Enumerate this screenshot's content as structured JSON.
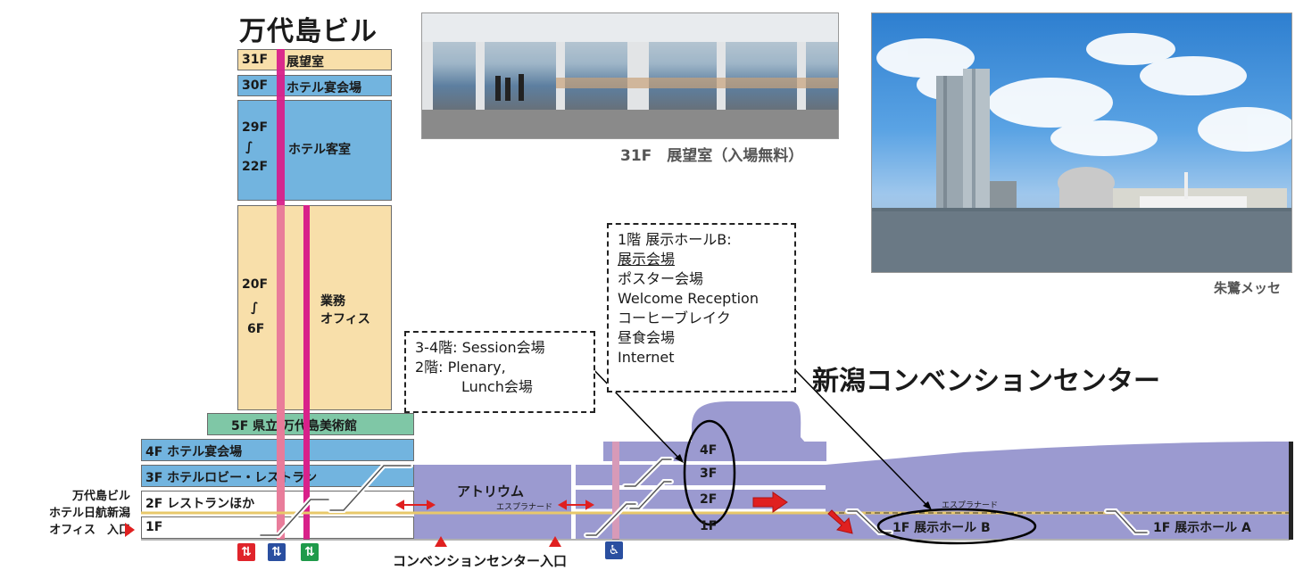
{
  "building": {
    "title": "万代島ビル",
    "floors": {
      "f31": {
        "num": "31F",
        "label": "展望室"
      },
      "f30": {
        "num": "30F",
        "label": "ホテル宴会場"
      },
      "f29_22": {
        "top": "29F",
        "tilde1": "∫",
        "bottom": "22F",
        "label": "ホテル客室"
      },
      "f20_6": {
        "top": "20F",
        "tilde1": "∫",
        "bottom": "6F",
        "label1": "業務",
        "label2": "オフィス"
      },
      "f5": {
        "label": "5F 県立 万代島美術館"
      },
      "f4": {
        "label": "4F ホテル宴会場"
      },
      "f3": {
        "label": "3F ホテルロビー・レストラン"
      },
      "f2": {
        "label": "2F レストランほか"
      },
      "f1": {
        "label": "1F"
      }
    },
    "entrance": {
      "line1": "万代島ビル",
      "line2": "ホテル日航新潟",
      "line3": "オフィス　入口"
    }
  },
  "photos": {
    "observation_caption": "31F　展望室（入場無料）",
    "messe_caption": "朱鷺メッセ"
  },
  "convention": {
    "title": "新潟コンベンションセンター",
    "atrium": "アトリウム",
    "esplanade": "エスプラナード",
    "esplanade2": "エスプラナード",
    "floors": {
      "f4": "4F",
      "f3": "3F",
      "f2": "2F",
      "f1": "1F"
    },
    "hall_b": "1F  展示ホール B",
    "hall_a": "1F  展示ホール A",
    "entrance": "コンベンションセンター入口"
  },
  "callouts": {
    "left": {
      "line1": "3-4階: Session会場",
      "line2": "2階: Plenary,",
      "line3": "Lunch会場"
    },
    "right": {
      "line1": "1階 展示ホールB:",
      "line2": "展示会場",
      "line3": "ポスター会場",
      "line4": "Welcome Reception",
      "line5": "コーヒーブレイク",
      "line6": "昼食会場",
      "line7": "Internet"
    }
  },
  "colors": {
    "orange_floor": "#f8dfaa",
    "blue_floor": "#72b4df",
    "green_floor": "#7fc7a6",
    "convention_body": "#9b9ad0",
    "elevator_line": "#d8218a",
    "red_arrow": "#e02020"
  },
  "icons": [
    "elevator-icon",
    "escalator-icon",
    "accessible-icon",
    "red-arrow-icon"
  ]
}
